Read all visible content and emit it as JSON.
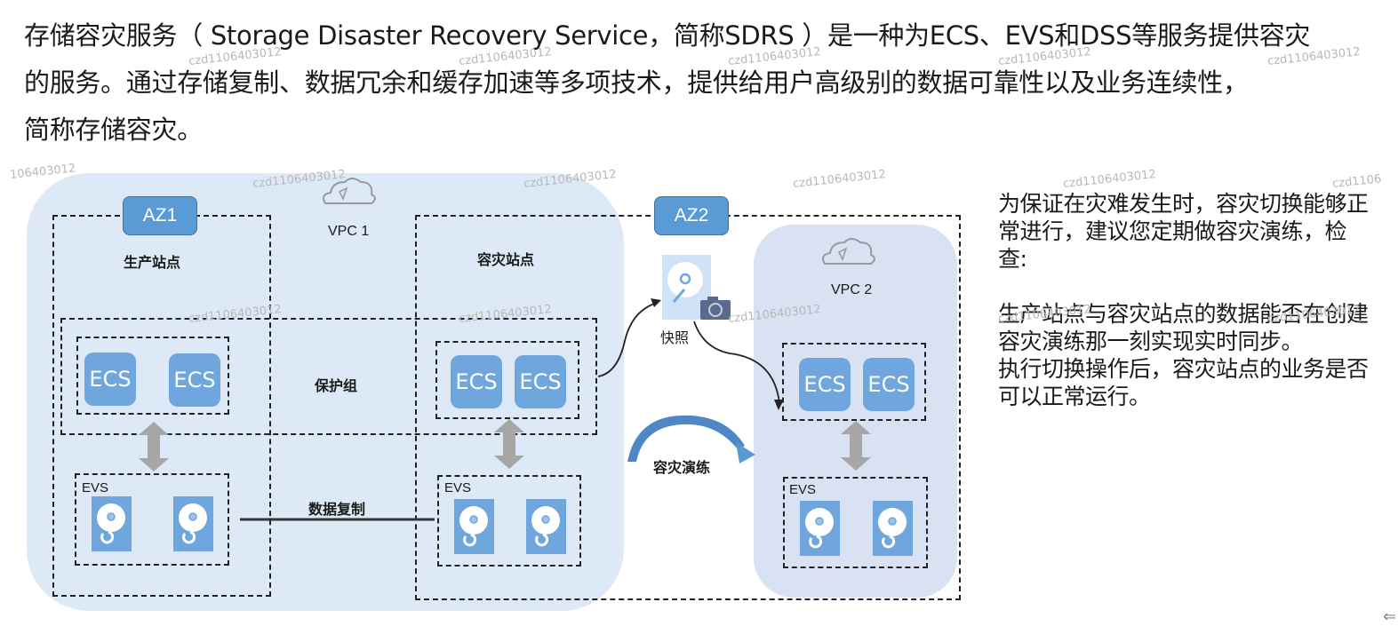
{
  "intro": {
    "lines": [
      "存储容灾服务（ Storage Disaster Recovery Service，简称SDRS ）是一种为ECS、EVS和DSS等服务提供容灾",
      "的服务。通过存储复制、数据冗余和缓存加速等多项技术，提供给用户高级别的数据可靠性以及业务连续性，",
      "简称存储容灾。"
    ]
  },
  "diagram": {
    "az1": "AZ1",
    "az2": "AZ2",
    "vpc1": "VPC 1",
    "vpc2": "VPC 2",
    "production_site": "生产站点",
    "dr_site": "容灾站点",
    "protection_group": "保护组",
    "data_replication": "数据复制",
    "snapshot": "快照",
    "dr_drill": "容灾演练",
    "ecs": "ECS",
    "evs": "EVS",
    "colors": {
      "az_blue": "#5b9bd5",
      "ecs_blue": "#6fa6dd",
      "vpc1_bg": "#dde9f6",
      "vpc2_bg": "#d8e2f3",
      "arrow_gray": "#a6a6a6"
    }
  },
  "side_note": {
    "intro": "为保证在灾难发生时，容灾切换能够正常进行，建议您定期做容灾演练，检查:",
    "item1": "生产站点与容灾站点的数据能否在创建容灾演练那一刻实现实时同步。",
    "item2": "执行切换操作后，容灾站点的业务是否可以正常运行。"
  },
  "watermark": "czd1106403012",
  "watermark_partial_left": "106403012",
  "watermark_partial_right": "czd1106",
  "nav": {
    "back_icon": "⇐"
  }
}
